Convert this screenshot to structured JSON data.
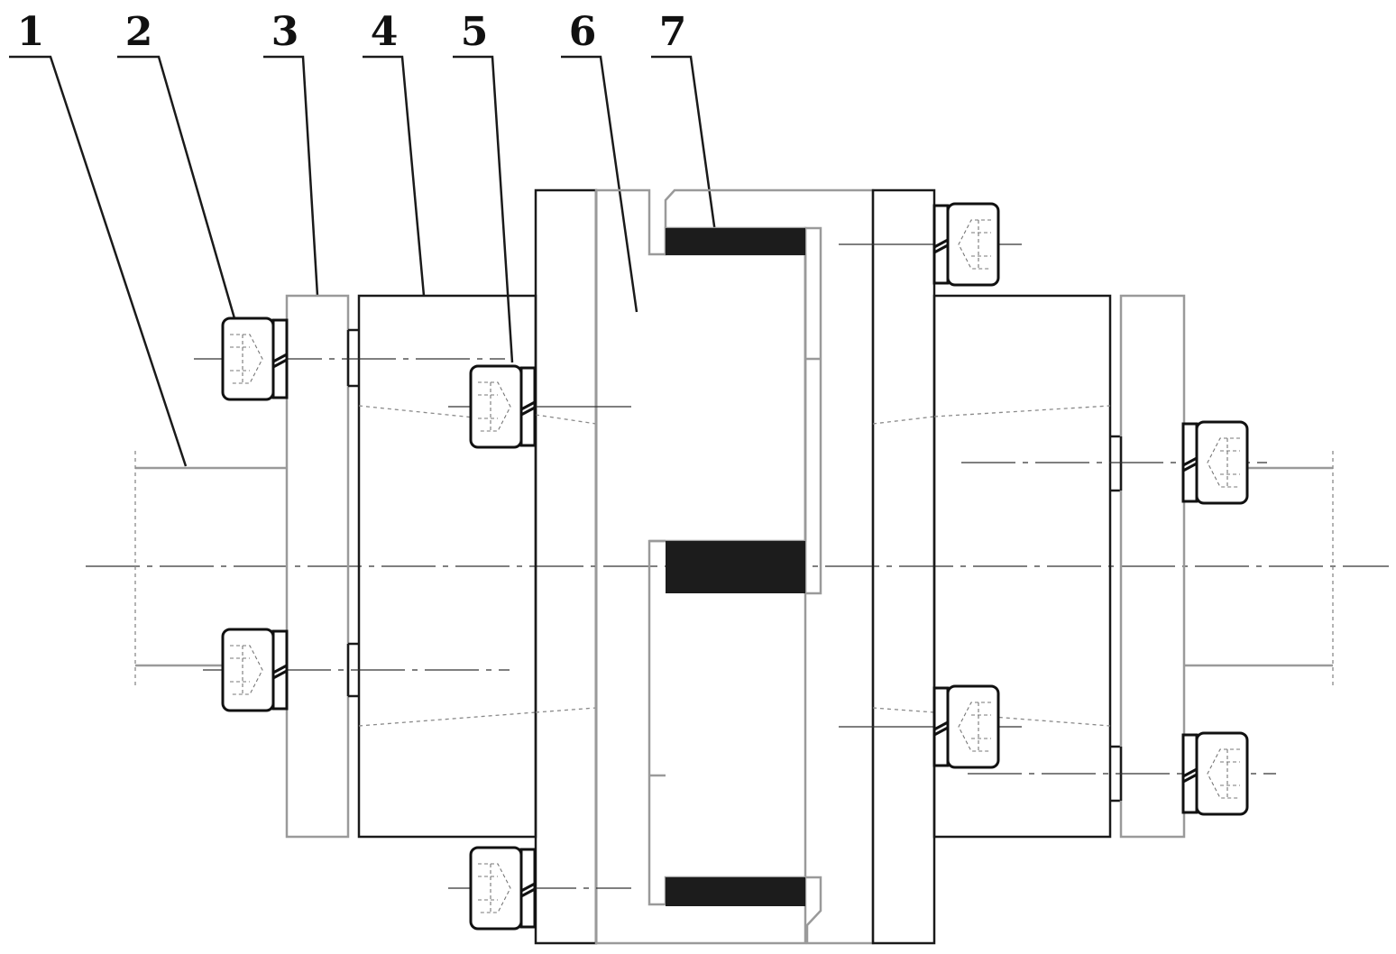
{
  "labels": [
    "1",
    "2",
    "3",
    "4",
    "5",
    "6",
    "7"
  ],
  "colors": {
    "line": "#1a1a1a",
    "gray_line": "#9a9a9a",
    "pad": "#1c1c1c",
    "background": "#ffffff"
  },
  "icons": {
    "bolt": "hex-socket-bolt-icon"
  }
}
